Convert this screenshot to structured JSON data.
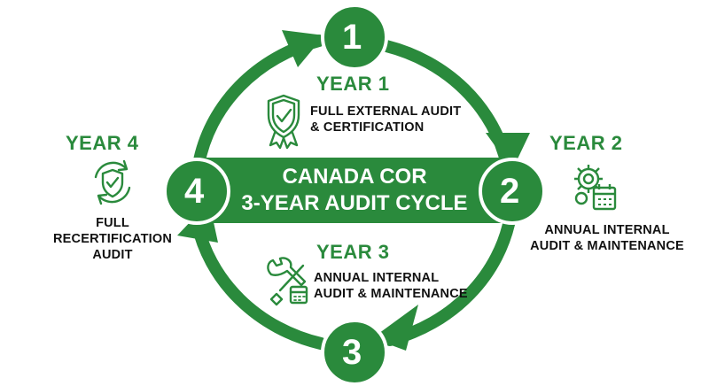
{
  "center": {
    "line1": "CANADA COR",
    "line2": "3-YEAR AUDIT CYCLE"
  },
  "steps": [
    {
      "number": "1",
      "year": "YEAR 1",
      "caption_lines": [
        "FULL EXTERNAL AUDIT",
        "& CERTIFICATION"
      ],
      "icon": "shield-certificate-icon"
    },
    {
      "number": "2",
      "year": "YEAR 2",
      "caption_lines": [
        "ANNUAL INTERNAL",
        "AUDIT & MAINTENANCE"
      ],
      "icon": "gear-calendar-icon"
    },
    {
      "number": "3",
      "year": "YEAR 3",
      "caption_lines": [
        "ANNUAL INTERNAL",
        "AUDIT & MAINTENANCE"
      ],
      "icon": "tools-calendar-icon"
    },
    {
      "number": "4",
      "year": "YEAR 4",
      "caption_lines": [
        "FULL",
        "RECERTIFICATION",
        "AUDIT"
      ],
      "icon": "shield-refresh-icon"
    }
  ],
  "colors": {
    "primary_green": "#2a8a3c",
    "dark_green": "#1f6e2e",
    "text_dark": "#111111",
    "background": "#ffffff"
  }
}
